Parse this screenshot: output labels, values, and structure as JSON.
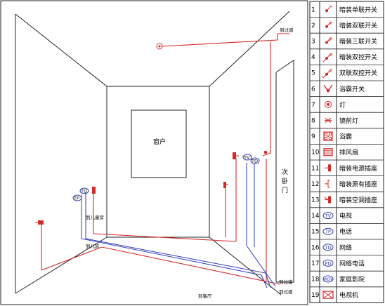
{
  "room": {
    "window_label": "窗户",
    "door_label": "次卧门",
    "annotations": [
      {
        "id": "guodao-top",
        "text": "到过道"
      },
      {
        "id": "ertong",
        "text": "到儿童房"
      },
      {
        "id": "er",
        "text": "到儿房"
      },
      {
        "id": "ketin",
        "text": "到客厅"
      },
      {
        "id": "guodao-bottom",
        "text": "到过道"
      },
      {
        "id": "guodao-bottom2",
        "text": "到过道"
      }
    ],
    "outlet_tags": {
      "tv": "TV",
      "tp": "TP",
      "td": "TD"
    }
  },
  "legend": {
    "items": [
      {
        "num": "1",
        "label": "暗装单联开关",
        "icon": "switch-single-icon"
      },
      {
        "num": "2",
        "label": "暗装双联开关",
        "icon": "switch-double-icon"
      },
      {
        "num": "3",
        "label": "暗装三联开关",
        "icon": "switch-triple-icon"
      },
      {
        "num": "4",
        "label": "暗装双控开关",
        "icon": "switch-dual-control-icon"
      },
      {
        "num": "5",
        "label": "双联双控开关",
        "icon": "switch-double-dual-control-icon"
      },
      {
        "num": "6",
        "label": "浴霸开关",
        "icon": "bath-heater-switch-icon"
      },
      {
        "num": "7",
        "label": "灯",
        "icon": "lamp-icon"
      },
      {
        "num": "8",
        "label": "镜前灯",
        "icon": "mirror-lamp-icon"
      },
      {
        "num": "9",
        "label": "浴霸",
        "icon": "bath-heater-icon"
      },
      {
        "num": "10",
        "label": "排风扇",
        "icon": "exhaust-fan-icon"
      },
      {
        "num": "11",
        "label": "暗装电源插座",
        "icon": "power-socket-icon"
      },
      {
        "num": "12",
        "label": "暗装原有插座",
        "icon": "existing-socket-icon"
      },
      {
        "num": "13",
        "label": "暗装空调插座",
        "icon": "ac-socket-icon"
      },
      {
        "num": "14",
        "label": "电视",
        "icon": "tv-outlet-icon",
        "code": "TV"
      },
      {
        "num": "15",
        "label": "电话",
        "icon": "phone-outlet-icon",
        "code": "TP"
      },
      {
        "num": "16",
        "label": "网络",
        "icon": "network-outlet-icon",
        "code": "TD"
      },
      {
        "num": "17",
        "label": "网络电话",
        "icon": "network-phone-outlet-icon",
        "code": "PD"
      },
      {
        "num": "18",
        "label": "家庭影院",
        "icon": "home-theater-icon",
        "code": "MOV"
      },
      {
        "num": "19",
        "label": "电视机",
        "icon": "tv-set-icon"
      }
    ]
  },
  "colors": {
    "wire_power": "#d42a2a",
    "wire_signal": "#2f3db8",
    "line": "#222222"
  }
}
